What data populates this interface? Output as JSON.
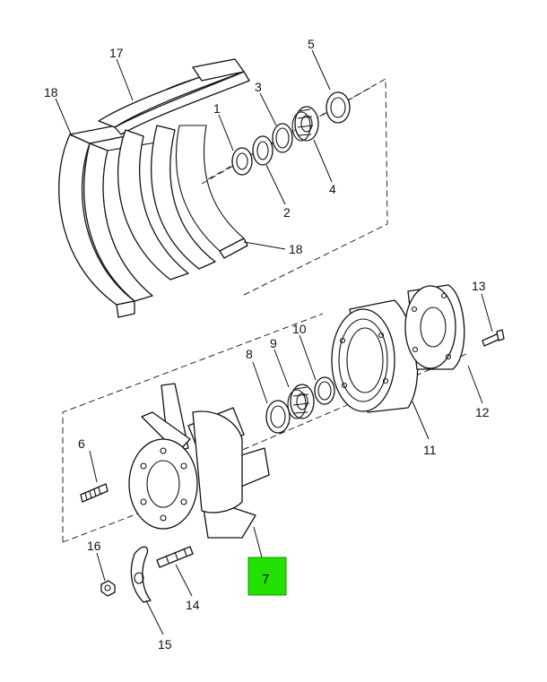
{
  "diagram": {
    "highlight_color": "#22e000",
    "highlighted_part": "7",
    "callouts": {
      "c1": "1",
      "c2": "2",
      "c3": "3",
      "c4": "4",
      "c5": "5",
      "c6": "6",
      "c7": "7",
      "c8": "8",
      "c9": "9",
      "c10": "10",
      "c11": "11",
      "c12": "12",
      "c13": "13",
      "c14": "14",
      "c15": "15",
      "c16": "16",
      "c17": "17",
      "c18a": "18",
      "c18b": "18"
    }
  }
}
